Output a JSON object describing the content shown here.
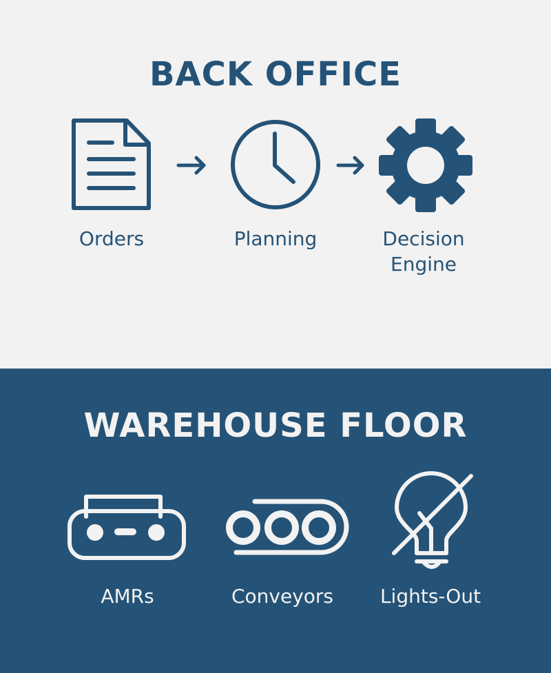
{
  "back_office": {
    "title": "BACK OFFICE",
    "steps": [
      {
        "label": "Orders",
        "icon": "document-icon"
      },
      {
        "label": "Planning",
        "icon": "clock-icon"
      },
      {
        "label_line1": "Decision",
        "label_line2": "Engine",
        "icon": "gear-icon"
      }
    ],
    "connector_icon": "arrow-right-icon"
  },
  "warehouse_floor": {
    "title": "WAREHOUSE FLOOR",
    "items": [
      {
        "label": "AMRs",
        "icon": "robot-icon"
      },
      {
        "label": "Conveyors",
        "icon": "conveyor-icon"
      },
      {
        "label": "Lights-Out",
        "icon": "lightbulb-off-icon"
      }
    ]
  },
  "colors": {
    "primary": "#255377",
    "background": "#f2f2f2"
  }
}
